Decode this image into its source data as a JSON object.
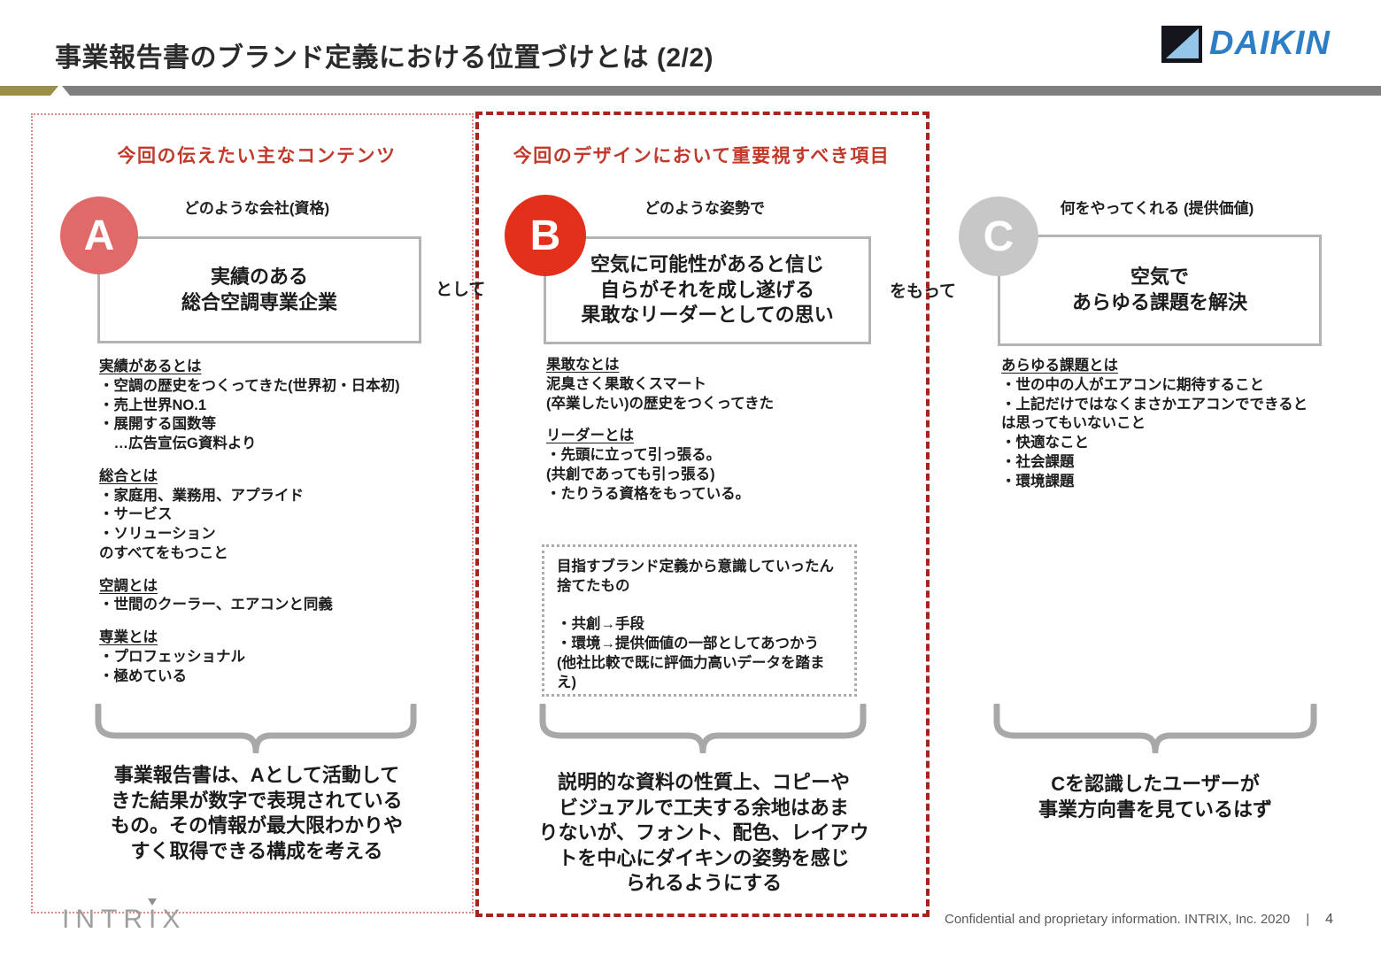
{
  "header": {
    "title": "事業報告書のブランド定義における位置づけとは (2/2)",
    "brand": "DAIKIN"
  },
  "colors": {
    "accent-red": "#C0392B",
    "frame-a-red": "#DD8C86",
    "frame-b-red": "#A8241A",
    "badge-a": "#E06A6A",
    "badge-b": "#E2301C",
    "badge-c": "#C7C7C7",
    "daikin-blue": "#2E7EC6",
    "bar-gold": "#9B8D4A",
    "bar-gray": "#7F7F7F",
    "gray-border": "#B3B3B3",
    "brace-gray": "#A8A8A8"
  },
  "connectors": {
    "a_b": "として",
    "b_c": "をもって"
  },
  "columns": {
    "a": {
      "banner": "今回の伝えたい主なコンテンツ",
      "badge": "A",
      "question": "どのような会社(資格)",
      "box": "実績のある\n総合空調専業企業",
      "sections": [
        {
          "heading": "実績があるとは",
          "body": "・空調の歴史をつくってきた(世界初・日本初)\n・売上世界NO.1\n・展開する国数等\n　…広告宣伝G資料より"
        },
        {
          "heading": "総合とは",
          "body": "・家庭用、業務用、アプライド\n・サービス\n・ソリューション\nのすべてをもつこと"
        },
        {
          "heading": "空調とは",
          "body": "・世間のクーラー、エアコンと同義"
        },
        {
          "heading": "専業とは",
          "body": "・プロフェッショナル\n・極めている"
        }
      ],
      "summary": "事業報告書は、Aとして活動して\nきた結果が数字で表現されている\nもの。その情報が最大限わかりや\nすく取得できる構成を考える"
    },
    "b": {
      "banner": "今回のデザインにおいて重要視すべき項目",
      "badge": "B",
      "question": "どのような姿勢で",
      "box": "空気に可能性があると信じ\n自らがそれを成し遂げる\n果敢なリーダーとしての思い",
      "sections": [
        {
          "heading": "果敢なとは",
          "body": "泥臭さく果敢くスマート\n(卒業したい)の歴史をつくってきた"
        },
        {
          "heading": "リーダーとは",
          "body": "・先頭に立って引っ張る。\n(共創であっても引っ張る)\n・たりうる資格をもっている。"
        }
      ],
      "discarded_box": "目指すブランド定義から意識していったん\n捨てたもの\n\n・共創→手段\n・環境→提供価値の一部としてあつかう\n(他社比較で既に評価力高いデータを踏ま\nえ)",
      "summary": "説明的な資料の性質上、コピーや\nビジュアルで工夫する余地はあま\nりないが、フォント、配色、レイアウ\nトを中心にダイキンの姿勢を感じ\nられるようにする"
    },
    "c": {
      "badge": "C",
      "question": "何をやってくれる (提供価値)",
      "box": "空気で\nあらゆる課題を解決",
      "sections": [
        {
          "heading": "あらゆる課題とは",
          "body": "・世の中の人がエアコンに期待すること\n・上記だけではなくまさかエアコンでできると\nは思ってもいないこと\n・快適なこと\n・社会課題\n・環境課題"
        }
      ],
      "summary": "Cを認識したユーザーが\n事業方向書を見ているはず"
    }
  },
  "footer": {
    "logo": "INTRIX",
    "confidential": "Confidential and proprietary information. INTRIX, Inc. 2020",
    "separator": "|",
    "page": "4"
  }
}
